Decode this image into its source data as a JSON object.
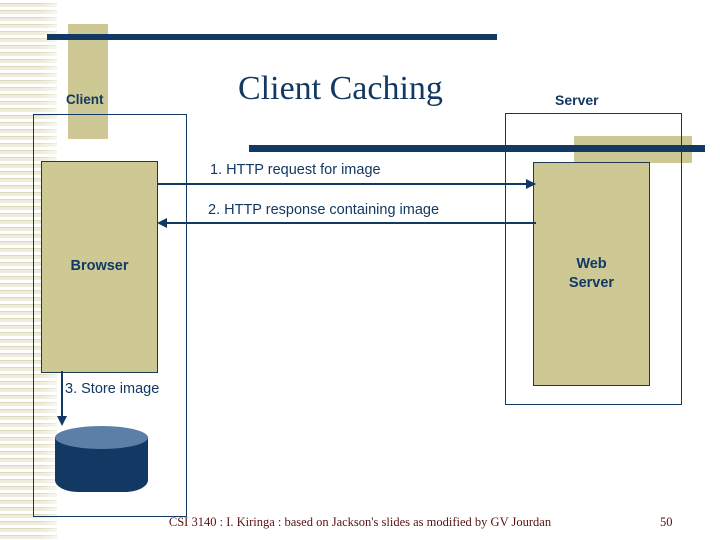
{
  "slide": {
    "title": "Client Caching",
    "page_number": "50",
    "footer": "CSI 3140 : I. Kiringa : based on Jackson's slides as modified by GV Jourdan"
  },
  "colors": {
    "navy": "#123963",
    "beige": "#cdc894",
    "stripe": "#eeecdc",
    "cylinder_body": "#123963",
    "cylinder_top": "#5b7fa6",
    "footer_text": "#5a1111"
  },
  "diagram": {
    "client_side": {
      "label": "Client",
      "component": "Browser",
      "storage_label": "3. Store image"
    },
    "server_side": {
      "label": "Server",
      "component": "Web\nServer",
      "component_line1": "Web",
      "component_line2": "Server"
    },
    "messages": [
      {
        "id": "1",
        "text": "1. HTTP request for image",
        "direction": "right"
      },
      {
        "id": "2",
        "text": "2. HTTP response containing image",
        "direction": "left"
      }
    ]
  }
}
